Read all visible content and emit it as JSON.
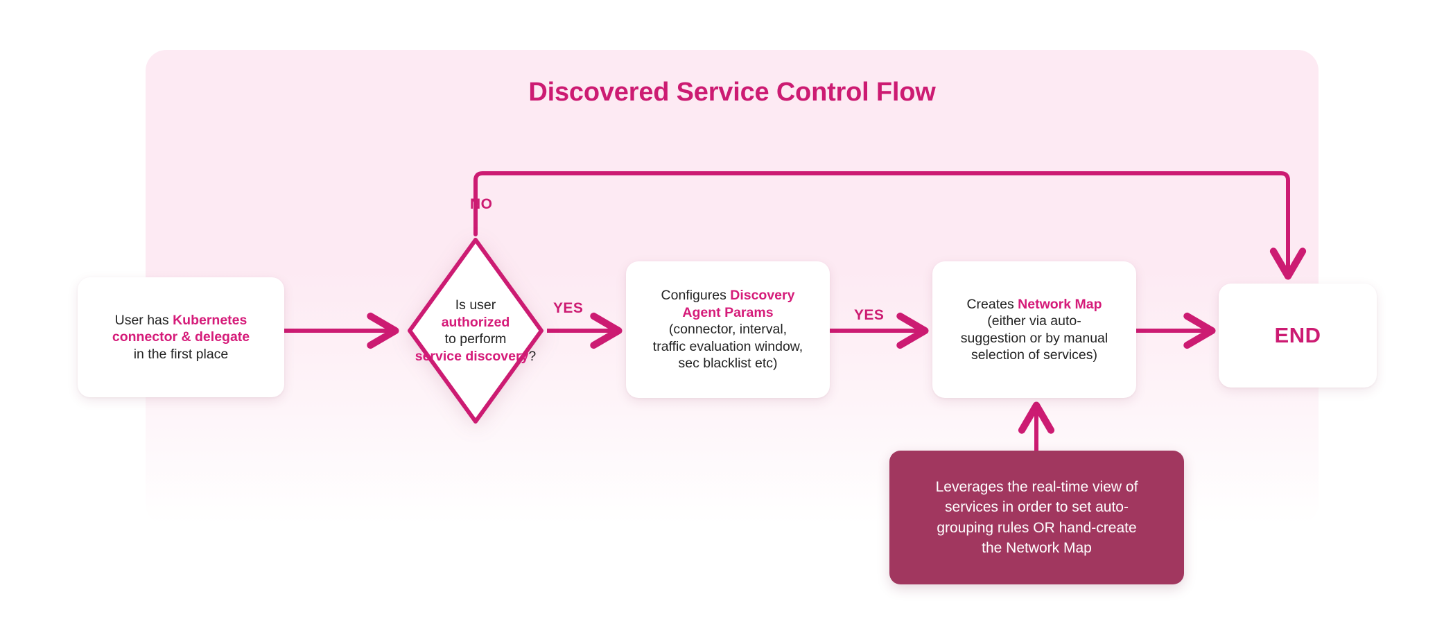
{
  "title": "Discovered Service Control Flow",
  "colors": {
    "panel_background": "#FDEAF3",
    "accent_pink": "#CC1B72",
    "highlight_pink": "#D51B79",
    "note_background": "#A1375F",
    "node_background": "#FFFFFF",
    "body_text": "#222222",
    "page_background": "#FFFFFF"
  },
  "nodes": {
    "start": {
      "type": "process",
      "lines": [
        [
          {
            "t": "User has ",
            "hl": false
          },
          {
            "t": "Kubernetes",
            "hl": true
          }
        ],
        [
          {
            "t": "connector & delegate",
            "hl": true
          }
        ],
        [
          {
            "t": "in the first place",
            "hl": false
          }
        ]
      ]
    },
    "decision": {
      "type": "decision",
      "lines": [
        [
          {
            "t": "Is user",
            "hl": false
          }
        ],
        [
          {
            "t": "authorized",
            "hl": true
          }
        ],
        [
          {
            "t": "to perform",
            "hl": false
          }
        ],
        [
          {
            "t": "service discovery",
            "hl": true
          },
          {
            "t": "?",
            "hl": false
          }
        ]
      ]
    },
    "params": {
      "type": "process",
      "lines": [
        [
          {
            "t": "Configures ",
            "hl": false
          },
          {
            "t": "Discovery",
            "hl": true
          }
        ],
        [
          {
            "t": "Agent Params",
            "hl": true
          }
        ],
        [
          {
            "t": "(connector, interval,",
            "hl": false
          }
        ],
        [
          {
            "t": "traffic evaluation window,",
            "hl": false
          }
        ],
        [
          {
            "t": "sec blacklist etc)",
            "hl": false
          }
        ]
      ]
    },
    "map": {
      "type": "process",
      "lines": [
        [
          {
            "t": "Creates ",
            "hl": false
          },
          {
            "t": "Network Map",
            "hl": true
          }
        ],
        [
          {
            "t": "(either via auto-",
            "hl": false
          }
        ],
        [
          {
            "t": "suggestion or by manual",
            "hl": false
          }
        ],
        [
          {
            "t": "selection of services)",
            "hl": false
          }
        ]
      ]
    },
    "end": {
      "type": "terminator",
      "label": "END"
    },
    "note": {
      "type": "note",
      "lines": [
        "Leverages the real-time view of",
        "services in order to set auto-",
        "grouping rules OR hand-create",
        "the Network Map"
      ]
    }
  },
  "edges": [
    {
      "id": "start-to-decision",
      "label": "",
      "from": "start",
      "to": "decision"
    },
    {
      "id": "decision-yes-to-params",
      "label": "YES",
      "from": "decision",
      "to": "params"
    },
    {
      "id": "params-to-map",
      "label": "YES",
      "from": "params",
      "to": "map"
    },
    {
      "id": "map-to-end",
      "label": "",
      "from": "map",
      "to": "end"
    },
    {
      "id": "decision-no-to-end",
      "label": "NO",
      "from": "decision",
      "to": "end"
    },
    {
      "id": "note-to-map",
      "label": "",
      "from": "note",
      "to": "map"
    }
  ],
  "edge_labels": {
    "no": "NO",
    "yes_1": "YES",
    "yes_2": "YES"
  }
}
